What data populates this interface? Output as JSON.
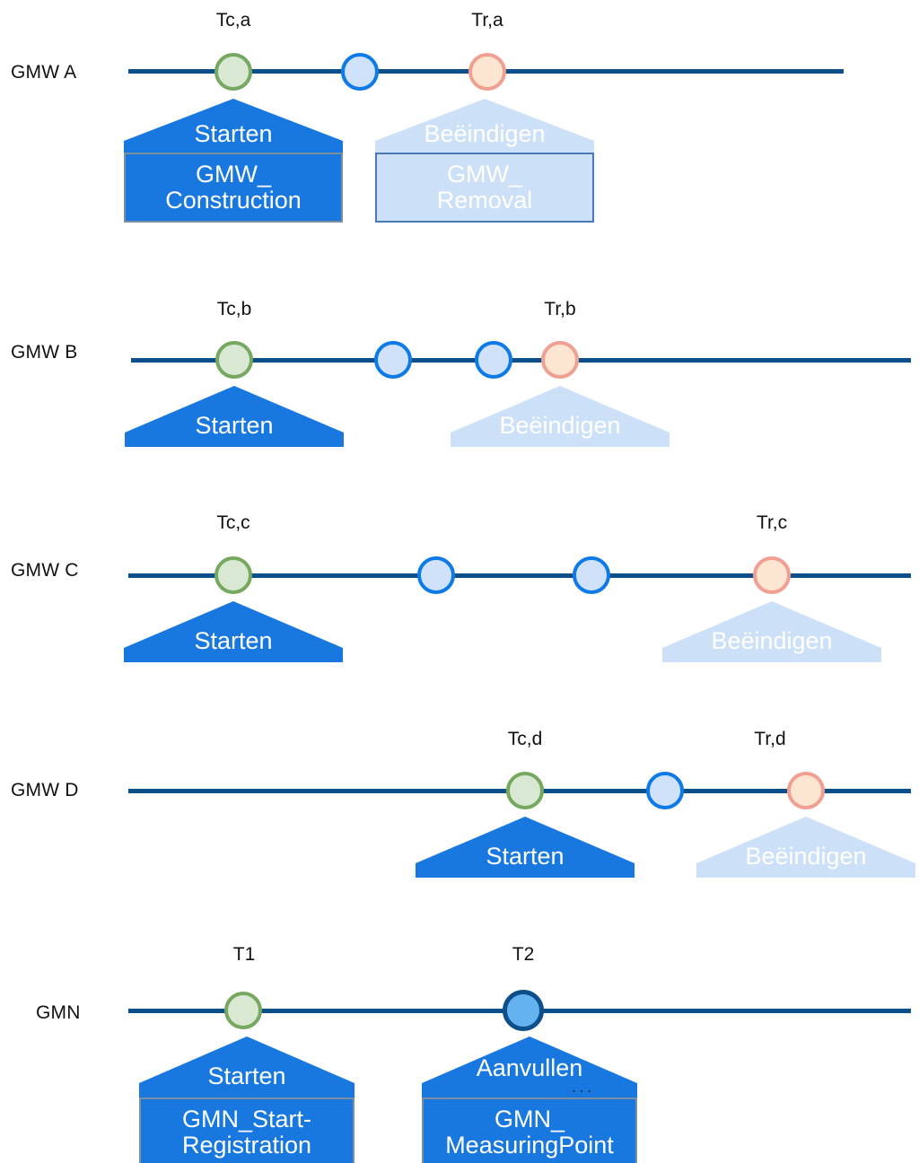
{
  "diagram": {
    "title": "GMW / GMN timeline registration diagram",
    "colors": {
      "axis": "#0d4f8b",
      "solid_blue": "#1878e0",
      "light_blue": "#cce0f7",
      "green_stroke": "#76a85f",
      "green_fill": "#d9e8d2",
      "blue_stroke": "#0d7ae8",
      "blue_fill": "#cfe2fa",
      "red_stroke": "#f09f91",
      "red_fill": "#fce6d1",
      "navy_stroke": "#0d4f8b",
      "navy_fill": "#65b2f0",
      "box_border_solid": "#7b8f9e",
      "box_border_light": "#4a7ab5",
      "text_dark": "#111111",
      "text_light": "#ffffff"
    },
    "rows": [
      {
        "id": "gmw-a",
        "label": "GMW A",
        "ticks": [
          {
            "name": "tc-a",
            "text": "Tc,a"
          },
          {
            "name": "tr-a",
            "text": "Tr,a"
          }
        ],
        "banners": [
          {
            "name": "starten-a",
            "text": "Starten",
            "style": "solid"
          },
          {
            "name": "beeindigen-a",
            "text": "Beëindigen",
            "style": "light"
          }
        ],
        "boxes": [
          {
            "name": "gmw-construction",
            "text": "GMW_\nConstruction",
            "style": "solid"
          },
          {
            "name": "gmw-removal",
            "text": "GMW_\nRemoval",
            "style": "light"
          }
        ],
        "nodes": [
          "green",
          "blue",
          "red"
        ]
      },
      {
        "id": "gmw-b",
        "label": "GMW B",
        "ticks": [
          {
            "name": "tc-b",
            "text": "Tc,b"
          },
          {
            "name": "tr-b",
            "text": "Tr,b"
          }
        ],
        "banners": [
          {
            "name": "starten-b",
            "text": "Starten",
            "style": "solid"
          },
          {
            "name": "beeindigen-b",
            "text": "Beëindigen",
            "style": "light"
          }
        ],
        "boxes": [],
        "nodes": [
          "green",
          "blue",
          "blue",
          "red"
        ]
      },
      {
        "id": "gmw-c",
        "label": "GMW C",
        "ticks": [
          {
            "name": "tc-c",
            "text": "Tc,c"
          },
          {
            "name": "tr-c",
            "text": "Tr,c"
          }
        ],
        "banners": [
          {
            "name": "starten-c",
            "text": "Starten",
            "style": "solid"
          },
          {
            "name": "beeindigen-c",
            "text": "Beëindigen",
            "style": "light"
          }
        ],
        "boxes": [],
        "nodes": [
          "green",
          "blue",
          "blue",
          "red"
        ]
      },
      {
        "id": "gmw-d",
        "label": "GMW D",
        "ticks": [
          {
            "name": "tc-d",
            "text": "Tc,d"
          },
          {
            "name": "tr-d",
            "text": "Tr,d"
          }
        ],
        "banners": [
          {
            "name": "starten-d",
            "text": "Starten",
            "style": "solid"
          },
          {
            "name": "beeindigen-d",
            "text": "Beëindigen",
            "style": "light"
          }
        ],
        "boxes": [],
        "nodes": [
          "green",
          "blue",
          "red"
        ]
      },
      {
        "id": "gmn",
        "label": "GMN",
        "ticks": [
          {
            "name": "t1",
            "text": "T1"
          },
          {
            "name": "t2",
            "text": "T2"
          }
        ],
        "banners": [
          {
            "name": "starten-gmn",
            "text": "Starten",
            "style": "solid"
          },
          {
            "name": "aanvullen-gmn",
            "text": "Aanvullen",
            "sub": "...",
            "style": "solid"
          }
        ],
        "boxes": [
          {
            "name": "gmn-start-registration",
            "text": "GMN_Start-\nRegistration",
            "style": "solid"
          },
          {
            "name": "gmn-measuringpoint",
            "text": "GMN_\nMeasuringPoint",
            "style": "solid"
          }
        ],
        "nodes": [
          "green",
          "navy"
        ]
      }
    ]
  }
}
